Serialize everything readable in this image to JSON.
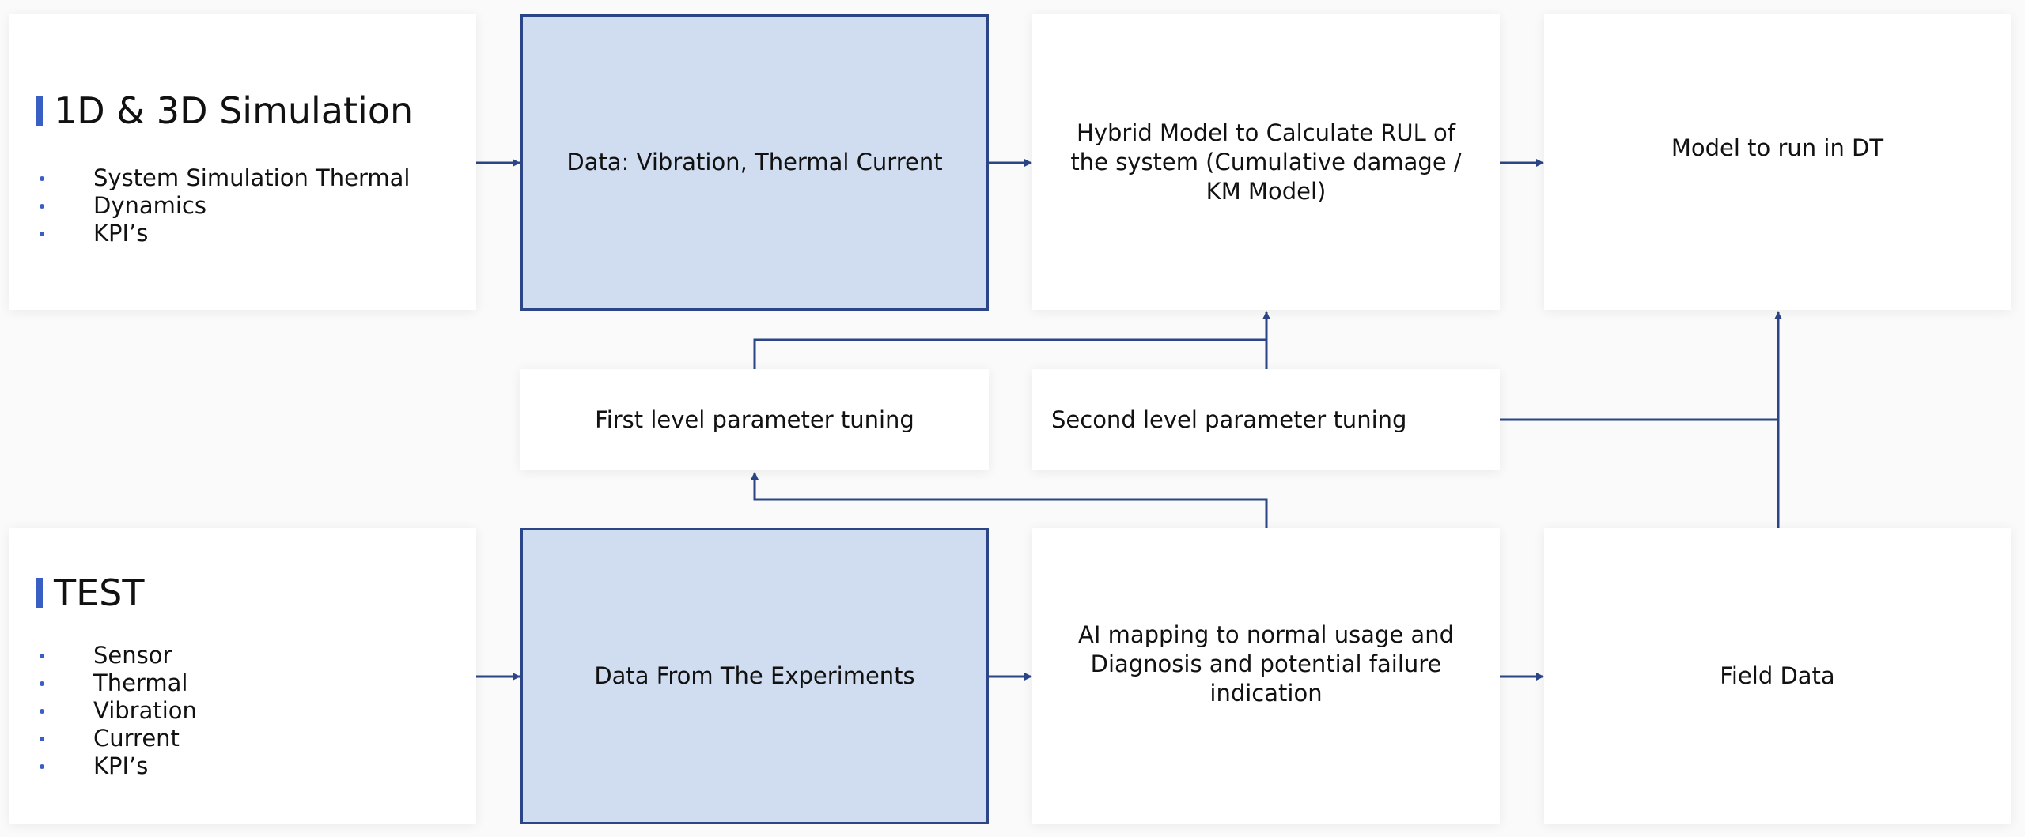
{
  "simulation_panel": {
    "title": "1D & 3D Simulation",
    "items": [
      "System Simulation Thermal",
      "Dynamics",
      "KPI’s"
    ]
  },
  "test_panel": {
    "title": "TEST",
    "items": [
      "Sensor",
      "Thermal",
      "Vibration",
      "Current",
      "KPI’s"
    ]
  },
  "nodes": {
    "data_vibration": "Data: Vibration, Thermal Current",
    "hybrid_model": "Hybrid Model to Calculate RUL of the system (Cumulative damage / KM Model)",
    "model_dt": "Model to run in DT",
    "first_tuning": "First level parameter tuning",
    "second_tuning": "Second level parameter tuning",
    "data_experiments": "Data From The Experiments",
    "ai_mapping": "AI mapping to normal usage and Diagnosis and potential failure indication",
    "field_data": "Field Data"
  },
  "colors": {
    "connector": "#2b4586",
    "data_fill": "#d0dcf0",
    "accent": "#3a5fc4"
  }
}
